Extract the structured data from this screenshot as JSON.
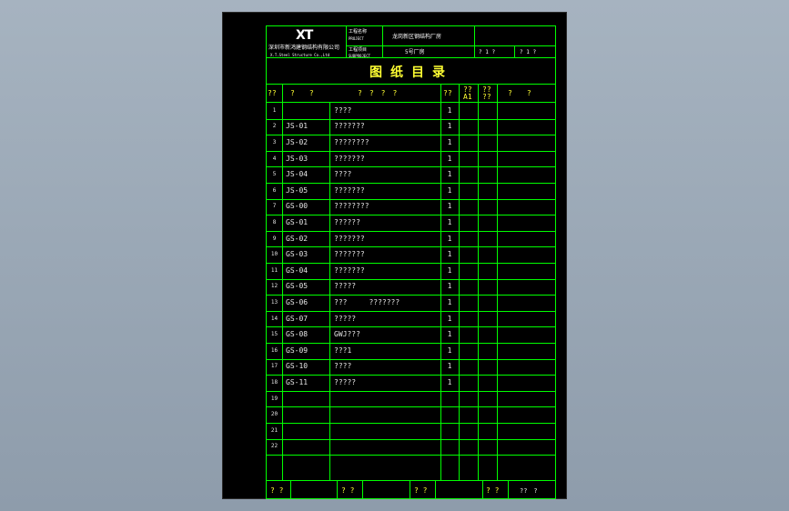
{
  "header": {
    "logo": "XT",
    "company_cn": "深圳市新鸿建钢结构有限公司",
    "company_en": "X.T.Steel Structure Co.,Ltd",
    "project_name_label": "工程名称",
    "project_name_sub": "PROJECT",
    "project_name_value": "龙岗新区钢结构厂房",
    "subitem_label": "工程项目",
    "subitem_sub": "SUBPROJECT",
    "subitem_value": "5号厂房",
    "page_a": "? 1 ?",
    "page_b": "? 1 ?"
  },
  "title": "图纸目录",
  "columns": [
    "??",
    "?　　?",
    "?　?　?　?",
    "??",
    "??",
    "A1",
    "??",
    "??",
    "?　　?"
  ],
  "rows": [
    {
      "no": "1",
      "code": "",
      "name": "????",
      "qty": "1"
    },
    {
      "no": "2",
      "code": "JS-01",
      "name": "???????",
      "qty": "1"
    },
    {
      "no": "3",
      "code": "JS-02",
      "name": "????????",
      "qty": "1"
    },
    {
      "no": "4",
      "code": "JS-03",
      "name": "???????",
      "qty": "1"
    },
    {
      "no": "5",
      "code": "JS-04",
      "name": "????",
      "qty": "1"
    },
    {
      "no": "6",
      "code": "JS-05",
      "name": "???????",
      "qty": "1"
    },
    {
      "no": "7",
      "code": "GS-00",
      "name": "????????",
      "qty": "1"
    },
    {
      "no": "8",
      "code": "GS-01",
      "name": "??????",
      "qty": "1"
    },
    {
      "no": "9",
      "code": "GS-02",
      "name": "???????",
      "qty": "1"
    },
    {
      "no": "10",
      "code": "GS-03",
      "name": "???????",
      "qty": "1"
    },
    {
      "no": "11",
      "code": "GS-04",
      "name": "???????",
      "qty": "1"
    },
    {
      "no": "12",
      "code": "GS-05",
      "name": "?????",
      "qty": "1"
    },
    {
      "no": "13",
      "code": "GS-06",
      "name": "???　　　???????",
      "qty": "1"
    },
    {
      "no": "14",
      "code": "GS-07",
      "name": "?????",
      "qty": "1"
    },
    {
      "no": "15",
      "code": "GS-08",
      "name": "GWJ???",
      "qty": "1"
    },
    {
      "no": "16",
      "code": "GS-09",
      "name": "???1",
      "qty": "1"
    },
    {
      "no": "17",
      "code": "GS-10",
      "name": "????",
      "qty": "1"
    },
    {
      "no": "18",
      "code": "GS-11",
      "name": "?????",
      "qty": "1"
    },
    {
      "no": "19",
      "code": "",
      "name": "",
      "qty": ""
    },
    {
      "no": "20",
      "code": "",
      "name": "",
      "qty": ""
    },
    {
      "no": "21",
      "code": "",
      "name": "",
      "qty": ""
    },
    {
      "no": "22",
      "code": "",
      "name": "",
      "qty": ""
    }
  ],
  "footer": {
    "label1": "? ?",
    "label2": "? ?",
    "label3": "? ?",
    "label4": "? ?",
    "corner": "??　?"
  },
  "colors": {
    "line": "#00ff00",
    "title": "#ffff33",
    "text": "#e6e6e6",
    "sheet": "#000000"
  }
}
